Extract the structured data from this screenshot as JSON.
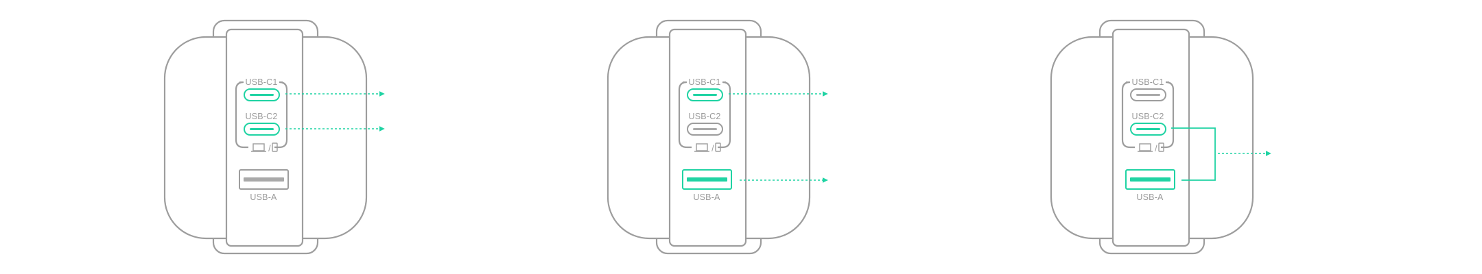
{
  "colors": {
    "accent": "#1fd3a3",
    "outline": "#9d9d9d",
    "label": "#9a9a9a",
    "inactive_slot": "#a9a9a9"
  },
  "icons": {
    "group_device": "laptop-icon",
    "group_separator": "/",
    "group_device_2": "phone-icon"
  },
  "chargers": [
    {
      "labels": {
        "c1": "USB-C1",
        "c2": "USB-C2",
        "a": "USB-A"
      },
      "ports": {
        "c1": "active",
        "c2": "active",
        "a": "inactive"
      },
      "outputs": "separate"
    },
    {
      "labels": {
        "c1": "USB-C1",
        "c2": "USB-C2",
        "a": "USB-A"
      },
      "ports": {
        "c1": "active",
        "c2": "inactive",
        "a": "active"
      },
      "outputs": "separate"
    },
    {
      "labels": {
        "c1": "USB-C1",
        "c2": "USB-C2",
        "a": "USB-A"
      },
      "ports": {
        "c1": "inactive",
        "c2": "active",
        "a": "active"
      },
      "outputs": "combined"
    }
  ]
}
